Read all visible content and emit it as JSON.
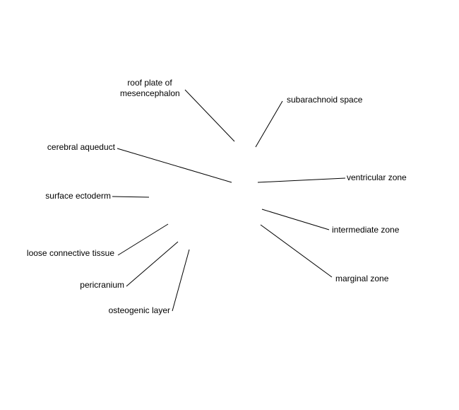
{
  "diagram": {
    "labels": {
      "roof_plate_line1": "roof plate of",
      "roof_plate_line2": "mesencephalon",
      "subarachnoid_space": "subarachnoid space",
      "cerebral_aqueduct": "cerebral aqueduct",
      "ventricular_zone": "ventricular zone",
      "surface_ectoderm": "surface ectoderm",
      "intermediate_zone": "intermediate zone",
      "loose_connective_tissue": "loose connective tissue",
      "marginal_zone": "marginal zone",
      "pericranium": "pericranium",
      "osteogenic_layer": "osteogenic layer"
    },
    "colors": {
      "leader_line": "#000000",
      "text": "#000000",
      "background": "#ffffff"
    }
  }
}
